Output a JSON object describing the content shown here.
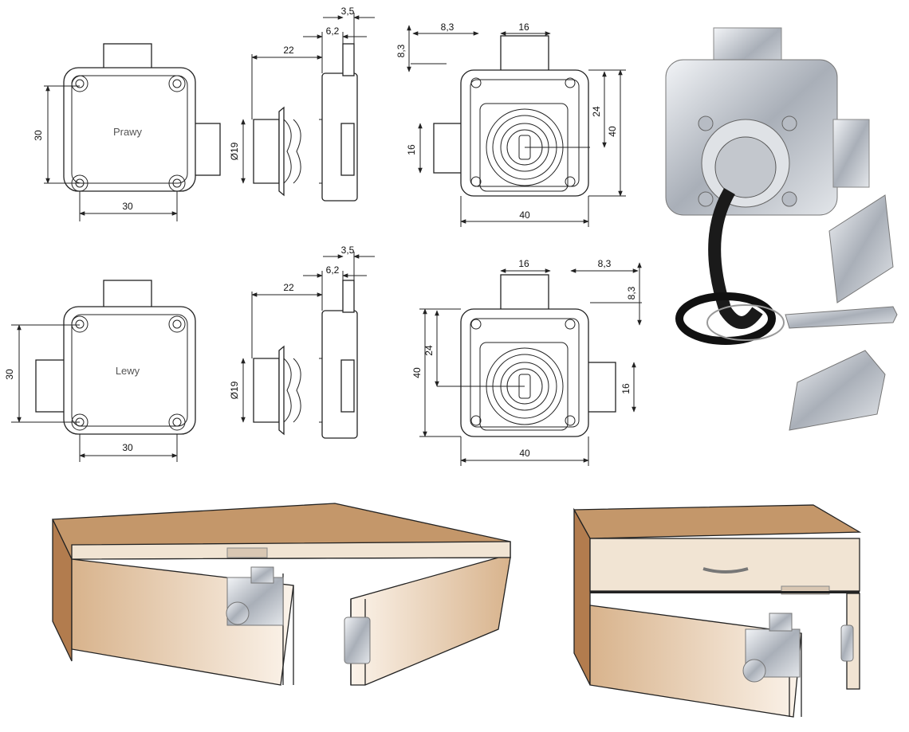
{
  "labels": {
    "right_variant": "Prawy",
    "left_variant": "Lewy"
  },
  "dimensions": {
    "w30": "30",
    "h30": "30",
    "d22": "22",
    "d6_2": "6,2",
    "d3_5": "3,5",
    "dia19": "Ø19",
    "d8_3": "8,3",
    "d16": "16",
    "d24": "24",
    "d40": "40"
  },
  "colors": {
    "wood_top": "#c4976a",
    "wood_side": "#b27c4e",
    "door_light": "#f3e6d6",
    "door_dark": "#d9b896",
    "metal": "#c9cdd3",
    "line": "#222222"
  }
}
